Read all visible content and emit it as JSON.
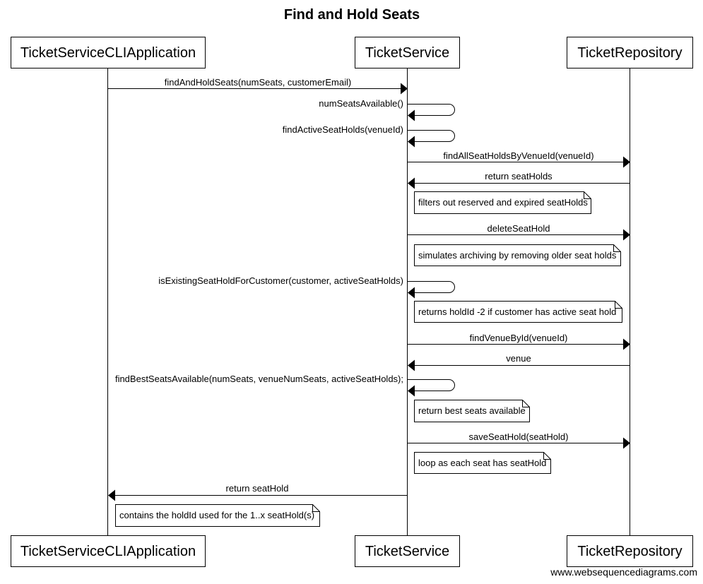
{
  "title": "Find and Hold Seats",
  "participants": [
    "TicketServiceCLIApplication",
    "TicketService",
    "TicketRepository"
  ],
  "messages": [
    {
      "from": 0,
      "to": 1,
      "label": "findAndHoldSeats(numSeats, customerEmail)"
    },
    {
      "from": 1,
      "to": 1,
      "label": "numSeatsAvailable()"
    },
    {
      "from": 1,
      "to": 1,
      "label": "findActiveSeatHolds(venueId)"
    },
    {
      "from": 1,
      "to": 2,
      "label": "findAllSeatHoldsByVenueId(venueId)"
    },
    {
      "from": 2,
      "to": 1,
      "label": "return seatHolds"
    },
    {
      "from": 1,
      "to": 2,
      "label": "deleteSeatHold"
    },
    {
      "from": 1,
      "to": 1,
      "label": "isExistingSeatHoldForCustomer(customer, activeSeatHolds)"
    },
    {
      "from": 1,
      "to": 2,
      "label": "findVenueById(venueId)"
    },
    {
      "from": 2,
      "to": 1,
      "label": "venue"
    },
    {
      "from": 1,
      "to": 1,
      "label": "findBestSeatsAvailable(numSeats, venueNumSeats, activeSeatHolds);"
    },
    {
      "from": 1,
      "to": 2,
      "label": "saveSeatHold(seatHold)"
    },
    {
      "from": 1,
      "to": 0,
      "label": "return seatHold"
    }
  ],
  "notes": [
    {
      "right_of": 1,
      "text": "filters out reserved and expired seatHolds"
    },
    {
      "right_of": 1,
      "text": "simulates archiving by removing older seat holds"
    },
    {
      "right_of": 1,
      "text": "returns holdId -2 if customer has active seat hold"
    },
    {
      "right_of": 1,
      "text": "return best seats available"
    },
    {
      "right_of": 1,
      "text": "loop as each seat has seatHold"
    },
    {
      "right_of": 0,
      "text": "contains the holdId used for the 1..x seatHold(s)"
    }
  ],
  "watermark": "www.websequencediagrams.com"
}
